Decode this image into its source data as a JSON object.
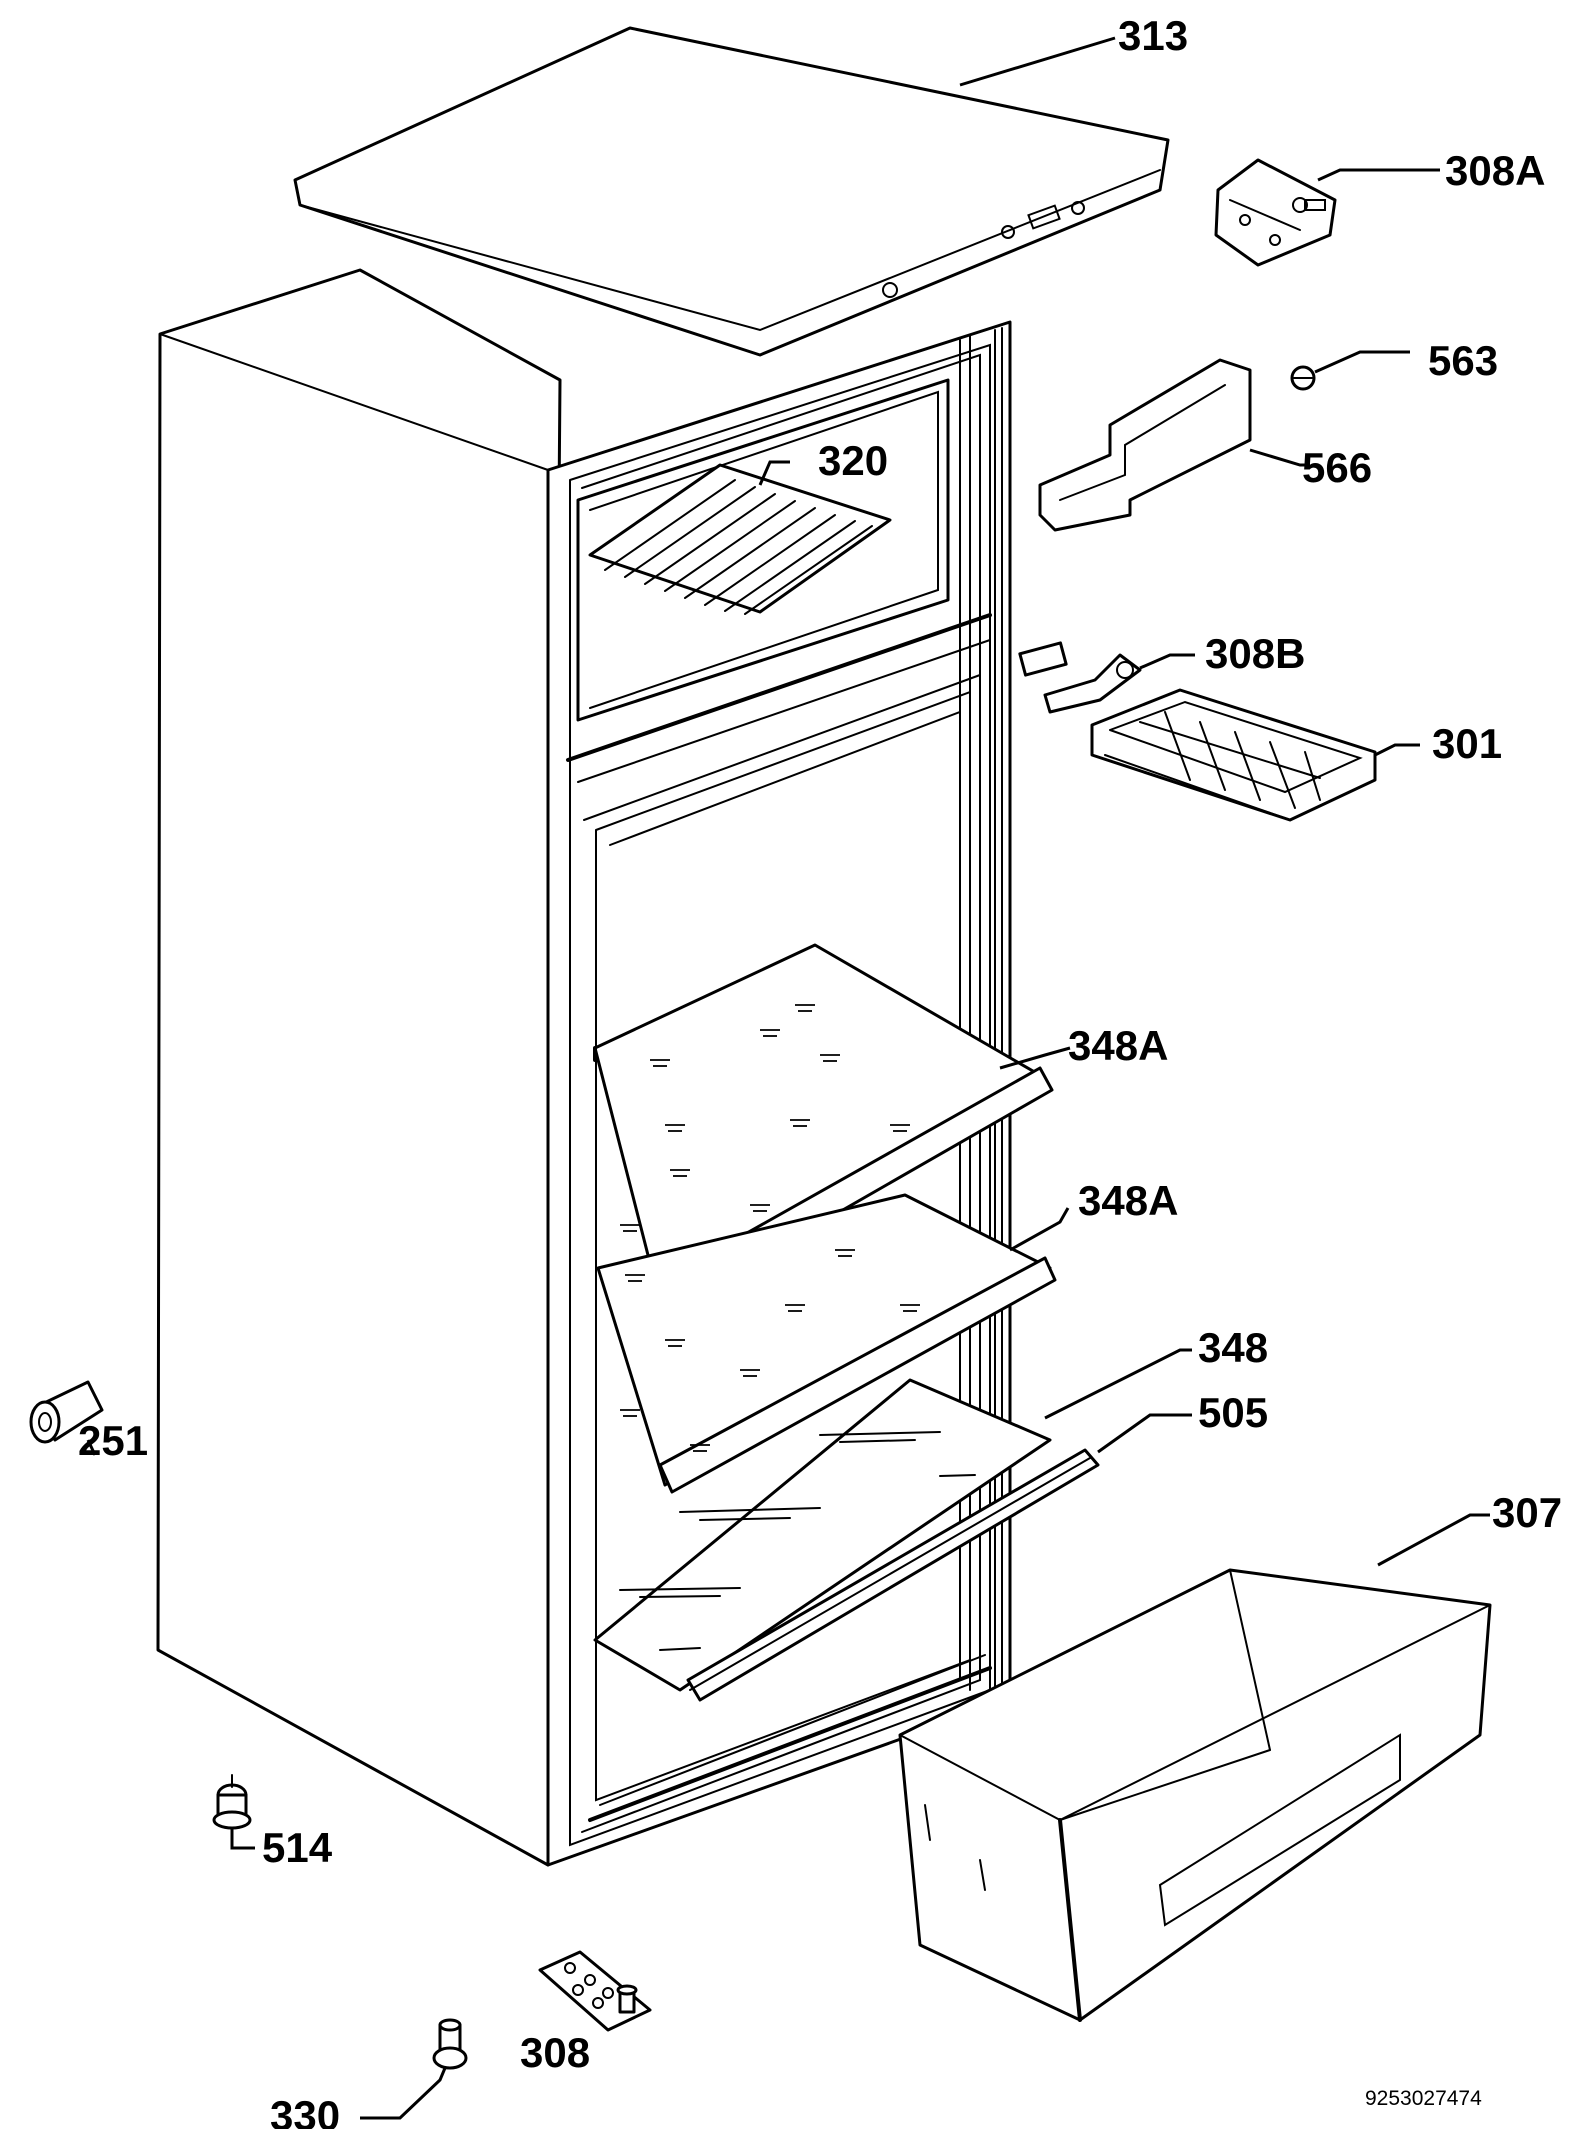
{
  "callouts": {
    "c313": "313",
    "c308A": "308A",
    "c563": "563",
    "c566": "566",
    "c320": "320",
    "c308B": "308B",
    "c301": "301",
    "c348A_upper": "348A",
    "c348A_lower": "348A",
    "c348": "348",
    "c505": "505",
    "c307": "307",
    "c251": "251",
    "c514": "514",
    "c308": "308",
    "c330": "330"
  },
  "document_number": "9253027474"
}
